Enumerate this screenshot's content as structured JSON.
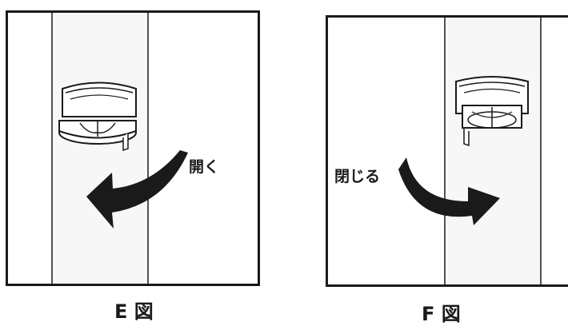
{
  "figures": [
    {
      "caption": "E 図",
      "action_label": "開く"
    },
    {
      "caption": "F 図",
      "action_label": "閉じる"
    }
  ]
}
